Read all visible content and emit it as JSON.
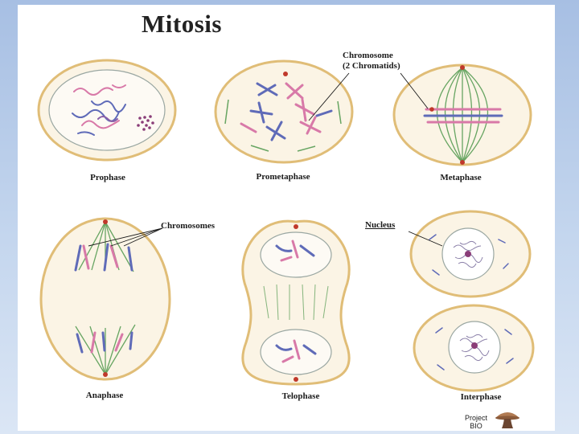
{
  "title": "Mitosis",
  "phases": {
    "prophase": "Prophase",
    "prometaphase": "Prometaphase",
    "metaphase": "Metaphase",
    "anaphase": "Anaphase",
    "telophase": "Telophase",
    "interphase": "Interphase"
  },
  "callouts": {
    "chromosome_line1": "Chromosome",
    "chromosome_line2": "(2 Chromatids)",
    "chromosomes": "Chromosomes",
    "nucleus": "Nucleus"
  },
  "footer": {
    "brand_line1": "Project",
    "brand_line2": "BIO"
  },
  "colors": {
    "cell_border": "#e0bd77",
    "cytoplasm": "#fbf4e5",
    "nucleus_border": "#9aa7a2",
    "chromosome_blue": "#5f6bb8",
    "chromosome_pink": "#d879a8",
    "spindle_green": "#67a562",
    "centromere": "#c0392b"
  },
  "icons": {
    "footer_logo": "mushroom-icon"
  }
}
